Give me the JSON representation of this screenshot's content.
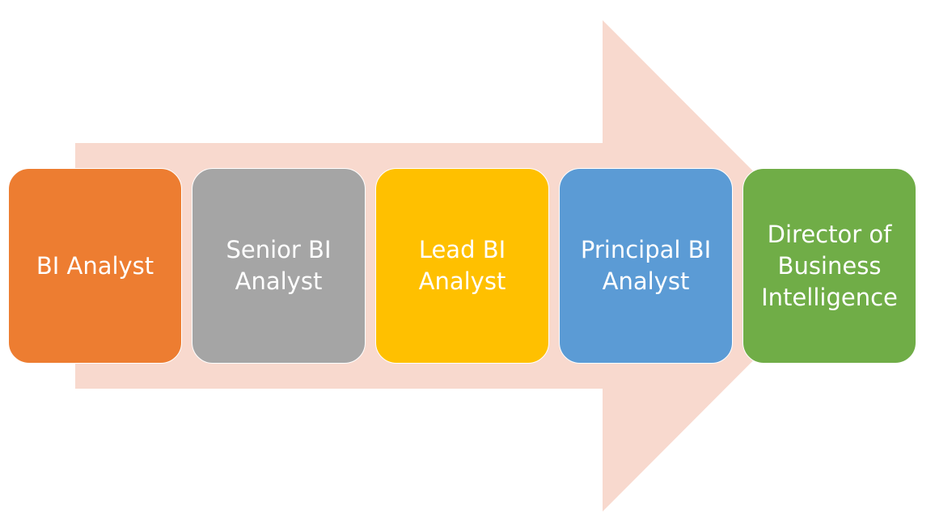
{
  "diagram": {
    "arrow_color": "#F8D9CE",
    "steps": [
      {
        "label": "BI Analyst",
        "color": "#ED7D31"
      },
      {
        "label": "Senior BI\nAnalyst",
        "color": "#A5A5A5"
      },
      {
        "label": "Lead BI\nAnalyst",
        "color": "#FFC000"
      },
      {
        "label": "Principal BI\nAnalyst",
        "color": "#5B9BD5"
      },
      {
        "label": "Director of\nBusiness\nIntelligence",
        "color": "#70AD47"
      }
    ]
  }
}
